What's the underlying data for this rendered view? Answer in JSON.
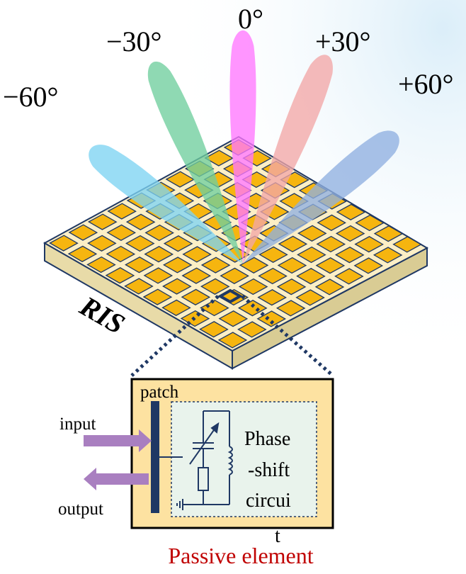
{
  "beams": [
    {
      "angle_label": "−60°",
      "color": "#7dd3f2"
    },
    {
      "angle_label": "−30°",
      "color": "#6fce9e"
    },
    {
      "angle_label": "0°",
      "color": "#ff77ff"
    },
    {
      "angle_label": "+30°",
      "color": "#f2a7a7"
    },
    {
      "angle_label": "+60°",
      "color": "#8fb0e0"
    }
  ],
  "surface": {
    "label": "RIS",
    "grid_size": 10,
    "element_color": "#f6b50f",
    "substrate_color": "#fcefc6",
    "outline_color": "#1f3864"
  },
  "element_detail": {
    "patch_label": "patch",
    "input_label": "input",
    "output_label": "output",
    "circuit_label_lines": [
      "Phase",
      "-shift",
      "circui",
      "t"
    ],
    "caption": "Passive element",
    "box_fill": "#fde2a1",
    "arrow_color": "#a97fc0",
    "caption_color": "#c00000"
  }
}
